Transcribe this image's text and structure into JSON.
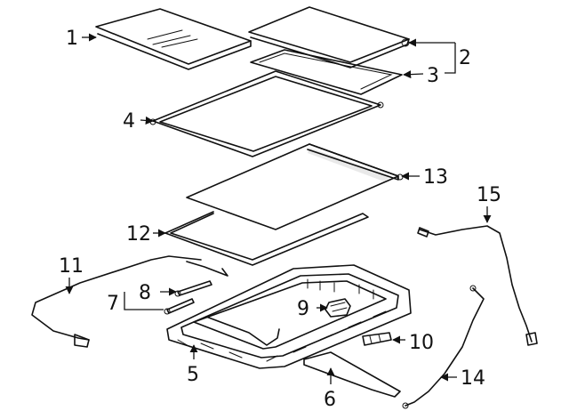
{
  "callouts": [
    {
      "id": "1",
      "label": "1"
    },
    {
      "id": "2",
      "label": "2"
    },
    {
      "id": "3",
      "label": "3"
    },
    {
      "id": "4",
      "label": "4"
    },
    {
      "id": "5",
      "label": "5"
    },
    {
      "id": "6",
      "label": "6"
    },
    {
      "id": "7",
      "label": "7"
    },
    {
      "id": "8",
      "label": "8"
    },
    {
      "id": "9",
      "label": "9"
    },
    {
      "id": "10",
      "label": "10"
    },
    {
      "id": "11",
      "label": "11"
    },
    {
      "id": "12",
      "label": "12"
    },
    {
      "id": "13",
      "label": "13"
    },
    {
      "id": "14",
      "label": "14"
    },
    {
      "id": "15",
      "label": "15"
    }
  ],
  "colors": {
    "line": "#111111",
    "background": "#ffffff"
  }
}
